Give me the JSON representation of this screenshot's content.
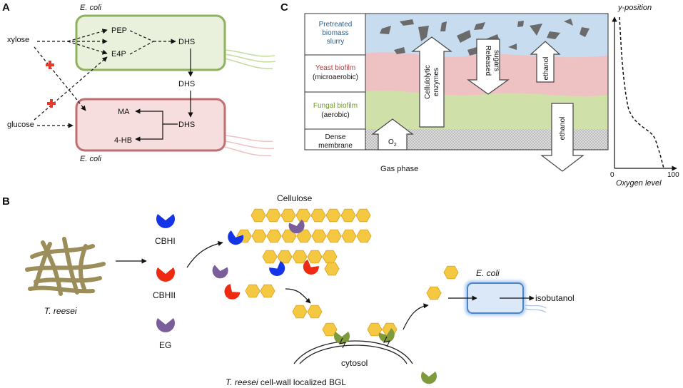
{
  "panel_labels": {
    "a": "A",
    "b": "B",
    "c": "C"
  },
  "panel_a": {
    "ecoli_top": "E. coli",
    "ecoli_bottom": "E. coli",
    "xylose": "xylose",
    "glucose": "glucose",
    "pep": "PEP",
    "e4p": "E4P",
    "dhs_top": "DHS",
    "dhs_mid": "DHS",
    "dhs_bottom": "DHS",
    "ma": "MA",
    "hb": "4-HB"
  },
  "panel_c": {
    "layer_slurry": [
      "Pretreated",
      "biomass",
      "slurry"
    ],
    "layer_yeast": [
      "Yeast biofilm",
      "(microaerobic)"
    ],
    "layer_fungal": [
      "Fungal biofilm",
      "(aerobic)"
    ],
    "layer_membrane": [
      "Dense",
      "membrane"
    ],
    "gas_phase": "Gas phase",
    "o2": "O",
    "o2_sub": "2",
    "cellulolytic": [
      "Cellulolytic",
      "enzymes"
    ],
    "released": [
      "Released",
      "sugars"
    ],
    "ethanol_up": "ethanol",
    "ethanol_down": "ethanol",
    "y_position": "y-position",
    "oxygen_level": "Oxygen level",
    "tick_0": "0",
    "tick_100": "100",
    "colors": {
      "slurry": "#c8dcef",
      "yeast": "#eec2c2",
      "fungal": "#cfe0a8",
      "membrane": "#d2d2d2"
    }
  },
  "panel_b": {
    "cellulose": "Cellulose",
    "cbhi": "CBHI",
    "cbhii": "CBHII",
    "eg": "EG",
    "treesei": "T. reesei",
    "cytosol": "cytosol",
    "ecoli": "E. coli",
    "isobutanol": "isobutanol",
    "bgl_italic": "T. reesei",
    "bgl_rest": " cell-wall localized BGL",
    "colors": {
      "cbhi": "#1434e8",
      "cbhii": "#ee2a12",
      "eg": "#7a5d9a",
      "bgl": "#7f9a3c",
      "glucose": "#f5c842"
    }
  }
}
